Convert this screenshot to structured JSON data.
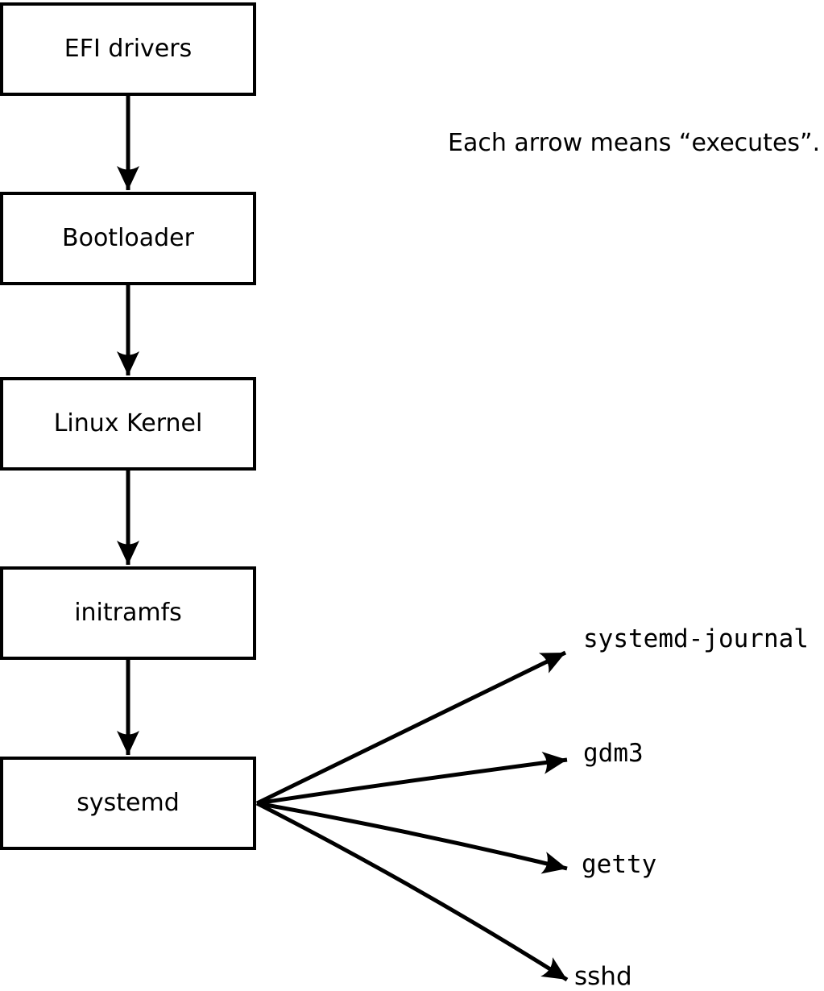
{
  "diagram": {
    "type": "flowchart",
    "note": "Each arrow means “executes”.",
    "arrow_meaning": "executes",
    "colors": {
      "line": "#000000",
      "box_border": "#000000",
      "box_fill": "#ffffff",
      "text": "#000000",
      "background": "#ffffff"
    },
    "chain": [
      {
        "id": "efi-drivers",
        "label": "EFI drivers"
      },
      {
        "id": "bootloader",
        "label": "Bootloader"
      },
      {
        "id": "linux-kernel",
        "label": "Linux Kernel"
      },
      {
        "id": "initramfs",
        "label": "initramfs"
      },
      {
        "id": "systemd",
        "label": "systemd"
      }
    ],
    "spawned_by_systemd": [
      {
        "id": "systemd-journal",
        "label": "systemd-journal"
      },
      {
        "id": "gdm3",
        "label": "gdm3"
      },
      {
        "id": "getty",
        "label": "getty"
      },
      {
        "id": "sshd",
        "label": "sshd"
      }
    ],
    "edges": [
      {
        "from": "EFI drivers",
        "to": "Bootloader"
      },
      {
        "from": "Bootloader",
        "to": "Linux Kernel"
      },
      {
        "from": "Linux Kernel",
        "to": "initramfs"
      },
      {
        "from": "initramfs",
        "to": "systemd"
      },
      {
        "from": "systemd",
        "to": "systemd-journal"
      },
      {
        "from": "systemd",
        "to": "gdm3"
      },
      {
        "from": "systemd",
        "to": "getty"
      },
      {
        "from": "systemd",
        "to": "sshd"
      }
    ]
  }
}
